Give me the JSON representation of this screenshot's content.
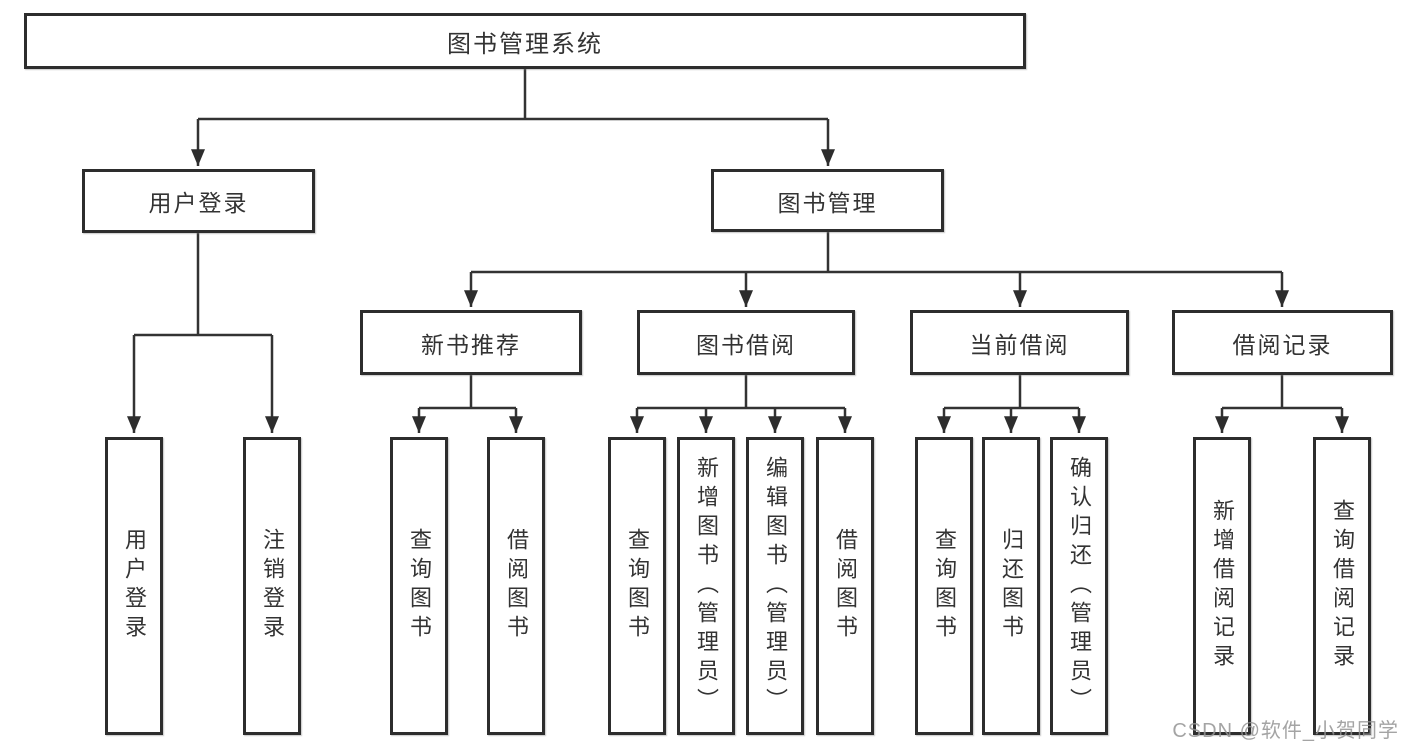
{
  "diagram_type": "hierarchy-tree",
  "colors": {
    "background": "#ffffff",
    "box_border": "#2d2d2d",
    "line": "#333333",
    "text": "#333333",
    "watermark": "#949494"
  },
  "tree": {
    "label": "图书管理系统",
    "children": [
      {
        "label": "用户登录",
        "children": [
          {
            "label": "用户登录"
          },
          {
            "label": "注销登录"
          }
        ]
      },
      {
        "label": "图书管理",
        "children": [
          {
            "label": "新书推荐",
            "children": [
              {
                "label": "查询图书"
              },
              {
                "label": "借阅图书"
              }
            ]
          },
          {
            "label": "图书借阅",
            "children": [
              {
                "label": "查询图书"
              },
              {
                "label": "新增图书（管理员）"
              },
              {
                "label": "编辑图书（管理员）"
              },
              {
                "label": "借阅图书"
              }
            ]
          },
          {
            "label": "当前借阅",
            "children": [
              {
                "label": "查询图书"
              },
              {
                "label": "归还图书"
              },
              {
                "label": "确认归还（管理员）"
              }
            ]
          },
          {
            "label": "借阅记录",
            "children": [
              {
                "label": "新增借阅记录"
              },
              {
                "label": "查询借阅记录"
              }
            ]
          }
        ]
      }
    ]
  },
  "watermark": {
    "text": "CSDN @软件_小贺同学"
  }
}
